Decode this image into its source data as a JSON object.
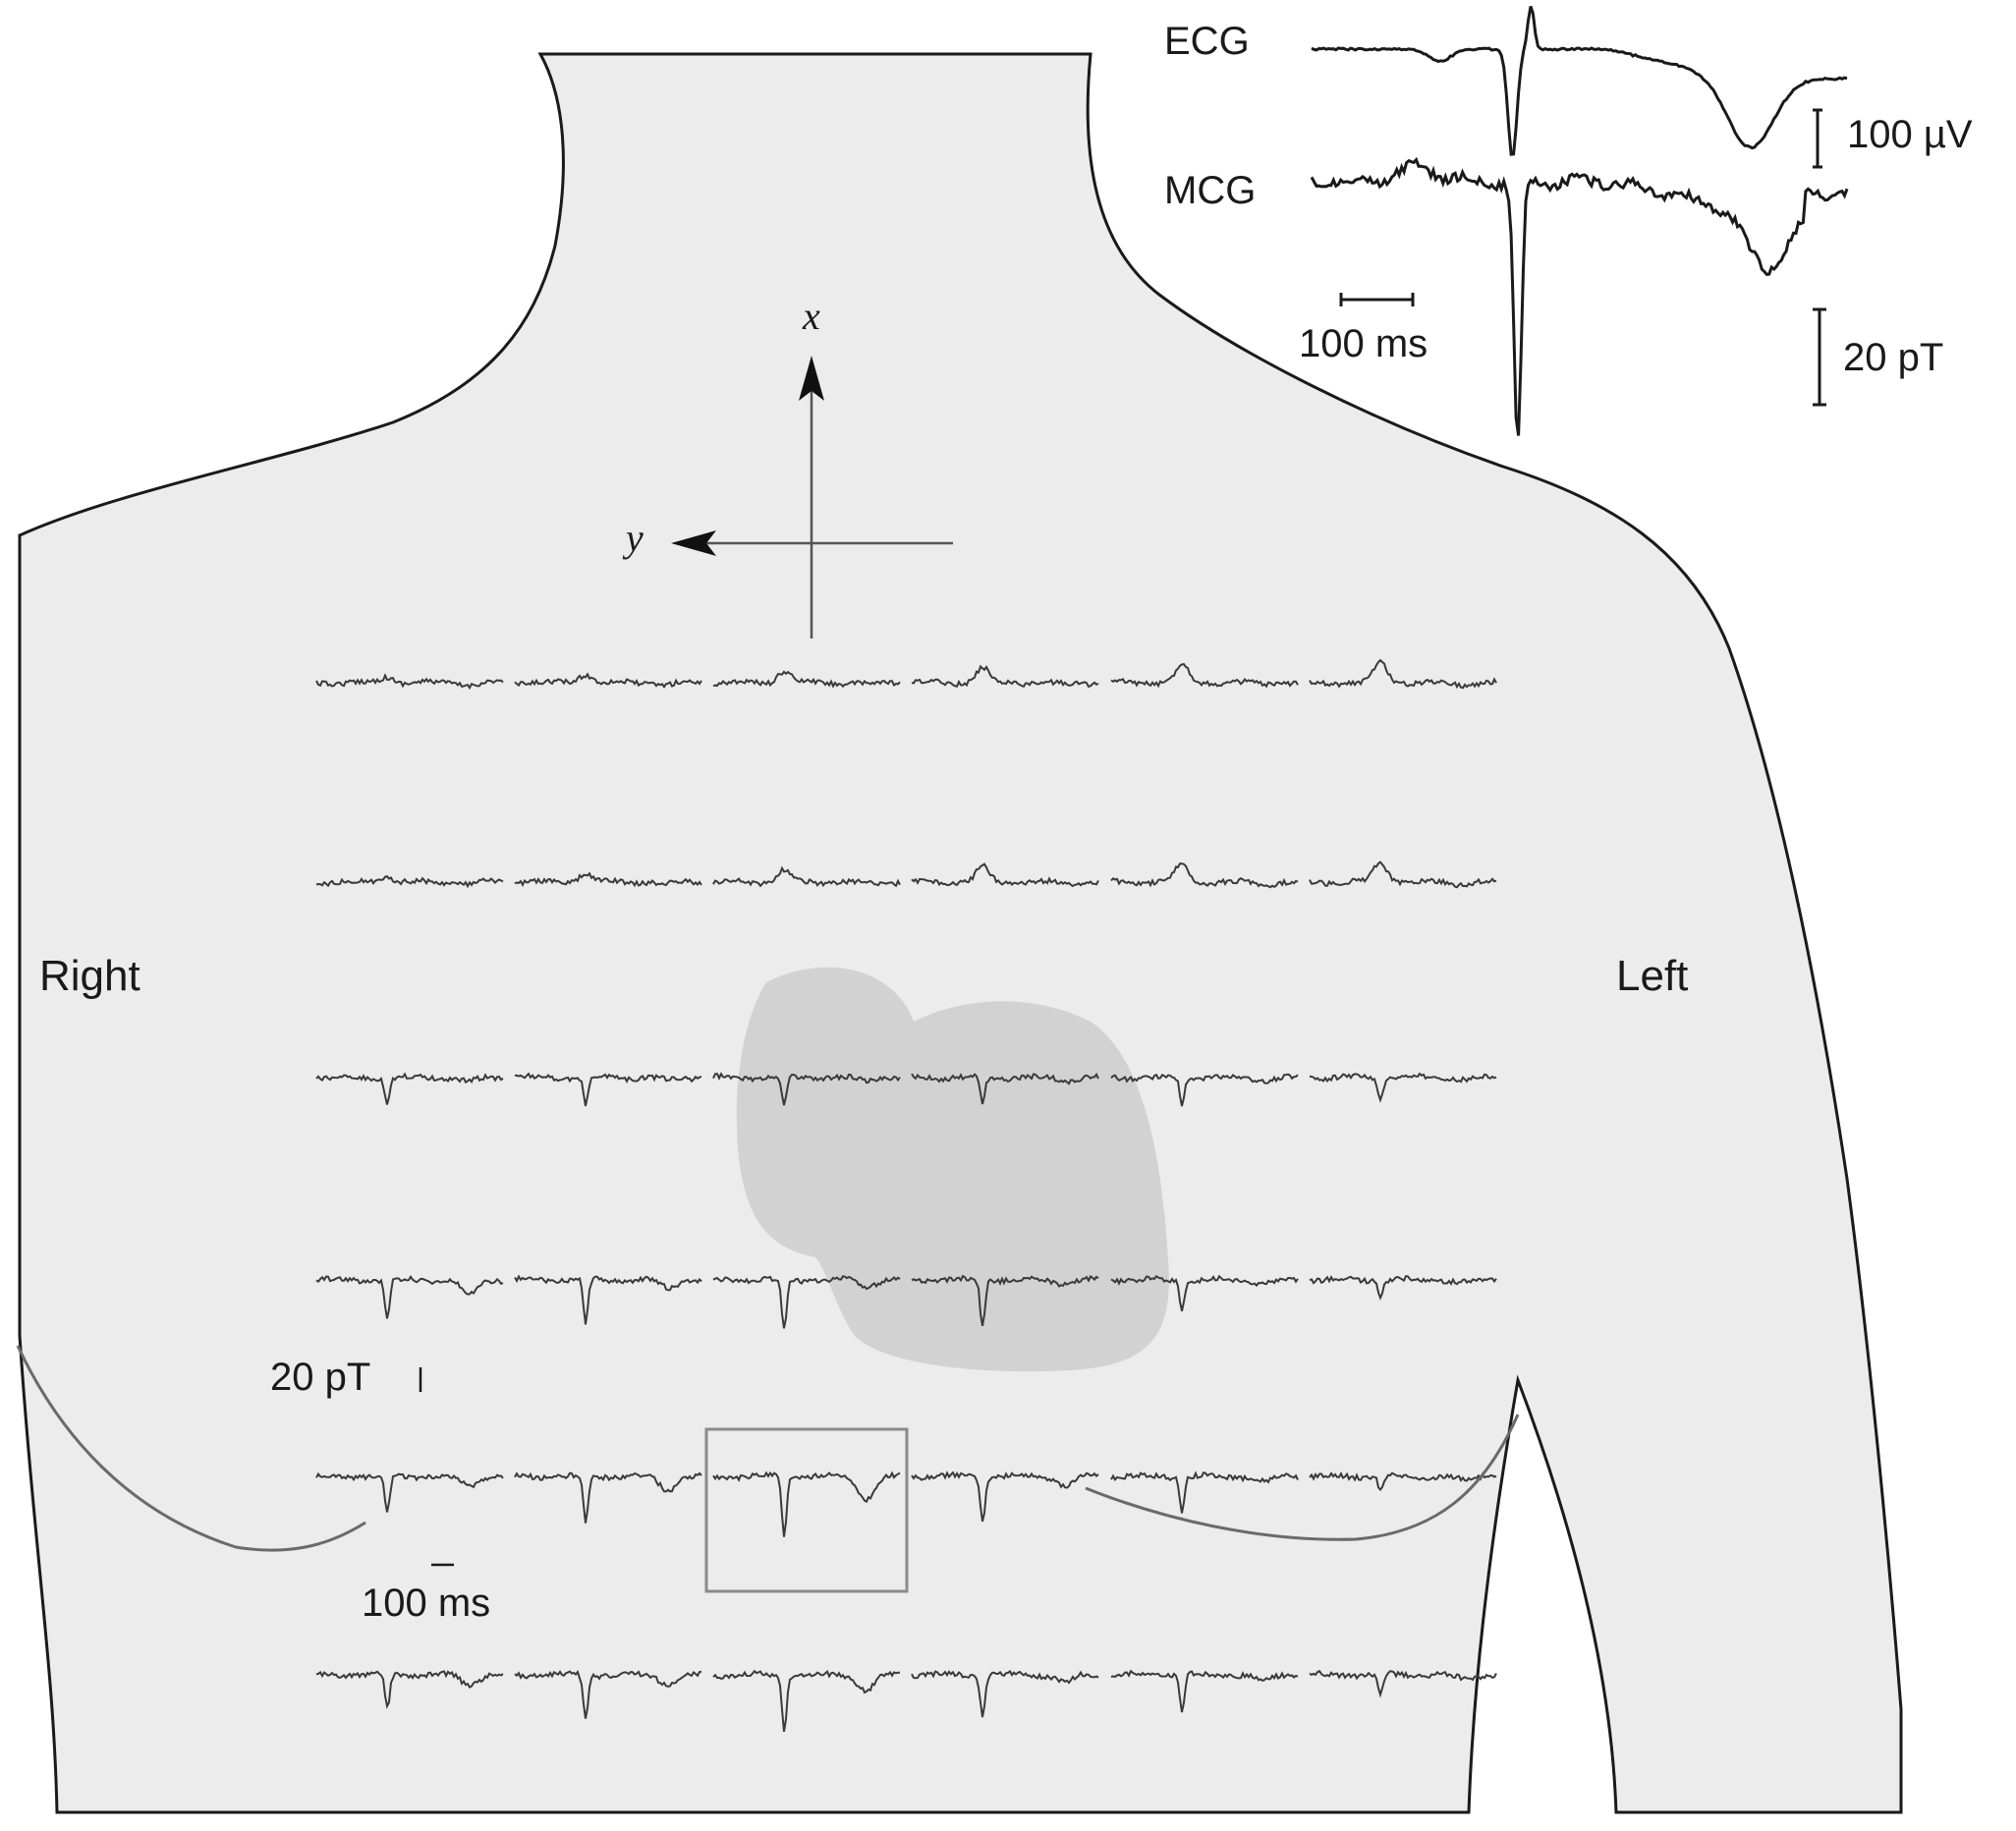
{
  "labels": {
    "ecg": "ECG",
    "mcg": "MCG",
    "ecg_scale": "100 µV",
    "mcg_scale": "20 pT",
    "inset_time_scale": "100 ms",
    "grid_field_scale": "20 pT",
    "grid_time_scale": "100 ms",
    "axis_x": "x",
    "axis_y": "y",
    "side_right": "Right",
    "side_left": "Left"
  },
  "grid": {
    "rows": 6,
    "columns": 6,
    "highlighted": {
      "row": 5,
      "column": 3
    }
  },
  "colors": {
    "body_fill": "#ececec",
    "heart_fill": "#d2d2d2",
    "ink": "#1a1a1a",
    "trace": "#3a3a3a"
  }
}
